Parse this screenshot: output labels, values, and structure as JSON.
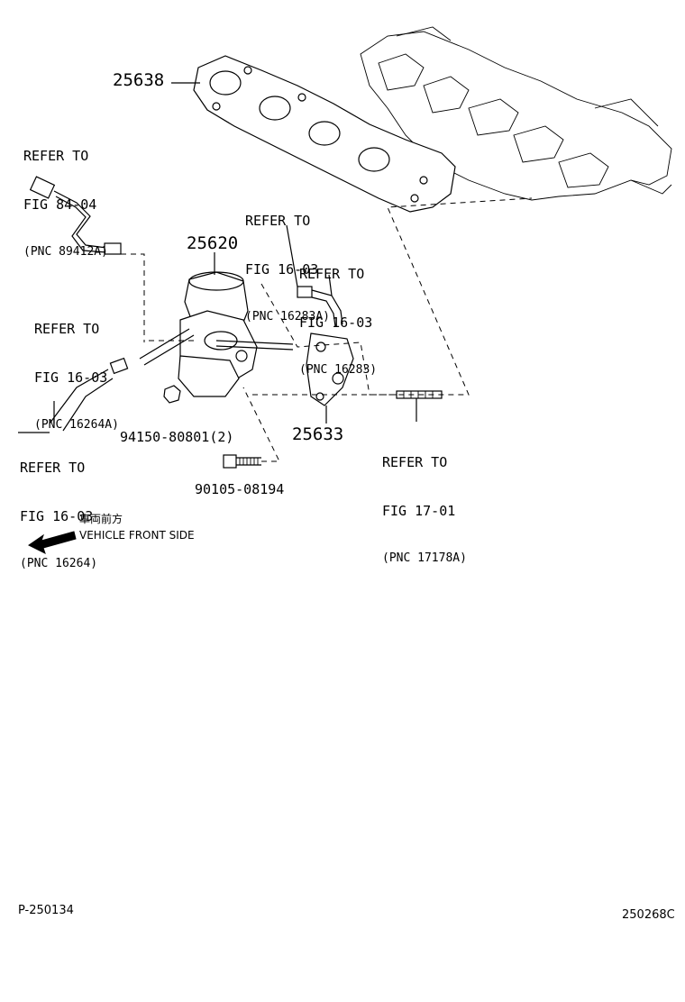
{
  "parts": {
    "p25638": "25638",
    "p25620": "25620",
    "p25633": "25633",
    "p94150": "94150-80801(2)",
    "p90105": "90105-08194"
  },
  "refs": {
    "r1": {
      "line1": "REFER TO",
      "line2": "FIG 84-04",
      "line3": "(PNC 89412A)"
    },
    "r2": {
      "line1": "REFER TO",
      "line2": "FIG 16-03",
      "line3": "(PNC 16283A)"
    },
    "r3": {
      "line1": "REFER TO",
      "line2": "FIG 16-03",
      "line3": "(PNC 16283)"
    },
    "r4": {
      "line1": "REFER TO",
      "line2": "FIG 16-03",
      "line3": "(PNC 16264A)"
    },
    "r5": {
      "line1": "REFER TO",
      "line2": "FIG 16-03",
      "line3": "(PNC 16264)"
    },
    "r6": {
      "line1": "REFER TO",
      "line2": "FIG 17-01",
      "line3": "(PNC 17178A)"
    }
  },
  "direction": {
    "japanese": "車両前方",
    "english": "VEHICLE FRONT SIDE"
  },
  "footer": {
    "left_code": "P-250134",
    "right_code": "250268C"
  }
}
